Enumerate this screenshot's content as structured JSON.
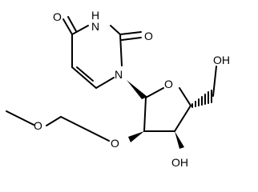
{
  "molecule": {
    "atoms": {
      "o_carbonyl_4": "O",
      "n_3": "N",
      "h_n3": "H",
      "o_carbonyl_2": "O",
      "n_1": "N",
      "o_ring": "O",
      "o_hydroxymethyl": "OH",
      "o_ether": "O",
      "o_methoxy": "O",
      "o_hydroxyl_3": "OH"
    }
  }
}
